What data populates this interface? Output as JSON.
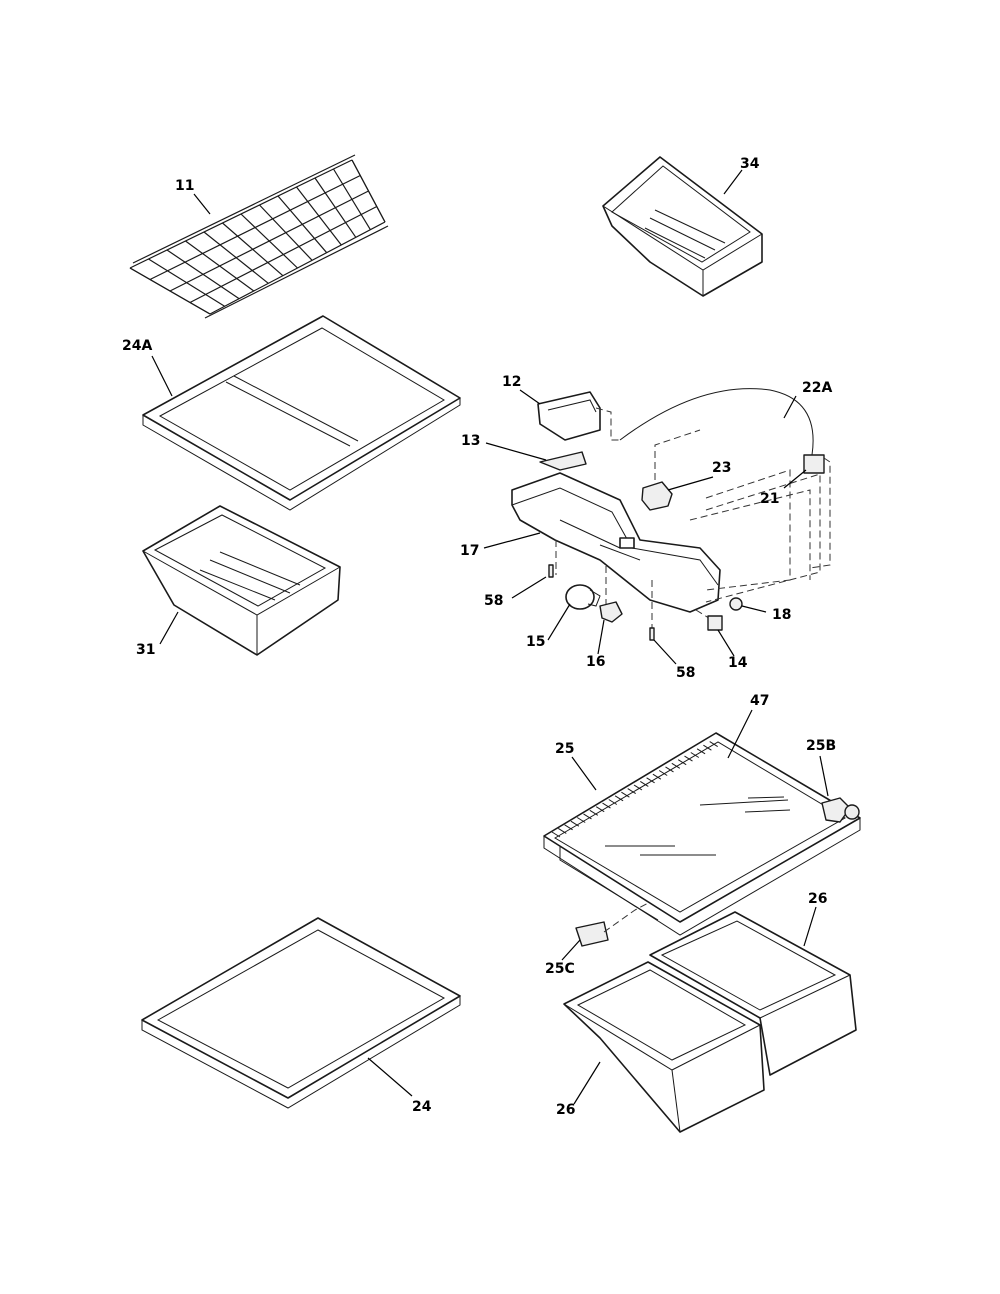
{
  "callouts": {
    "p11": "11",
    "p34": "34",
    "p24a": "24A",
    "p12": "12",
    "p22a": "22A",
    "p13": "13",
    "p23": "23",
    "p21": "21",
    "p17": "17",
    "p58a": "58",
    "p18": "18",
    "p15": "15",
    "p16": "16",
    "p14": "14",
    "p58b": "58",
    "p31": "31",
    "p47": "47",
    "p25": "25",
    "p25b": "25B",
    "p26a": "26",
    "p25c": "25C",
    "p26b": "26",
    "p24": "24"
  }
}
